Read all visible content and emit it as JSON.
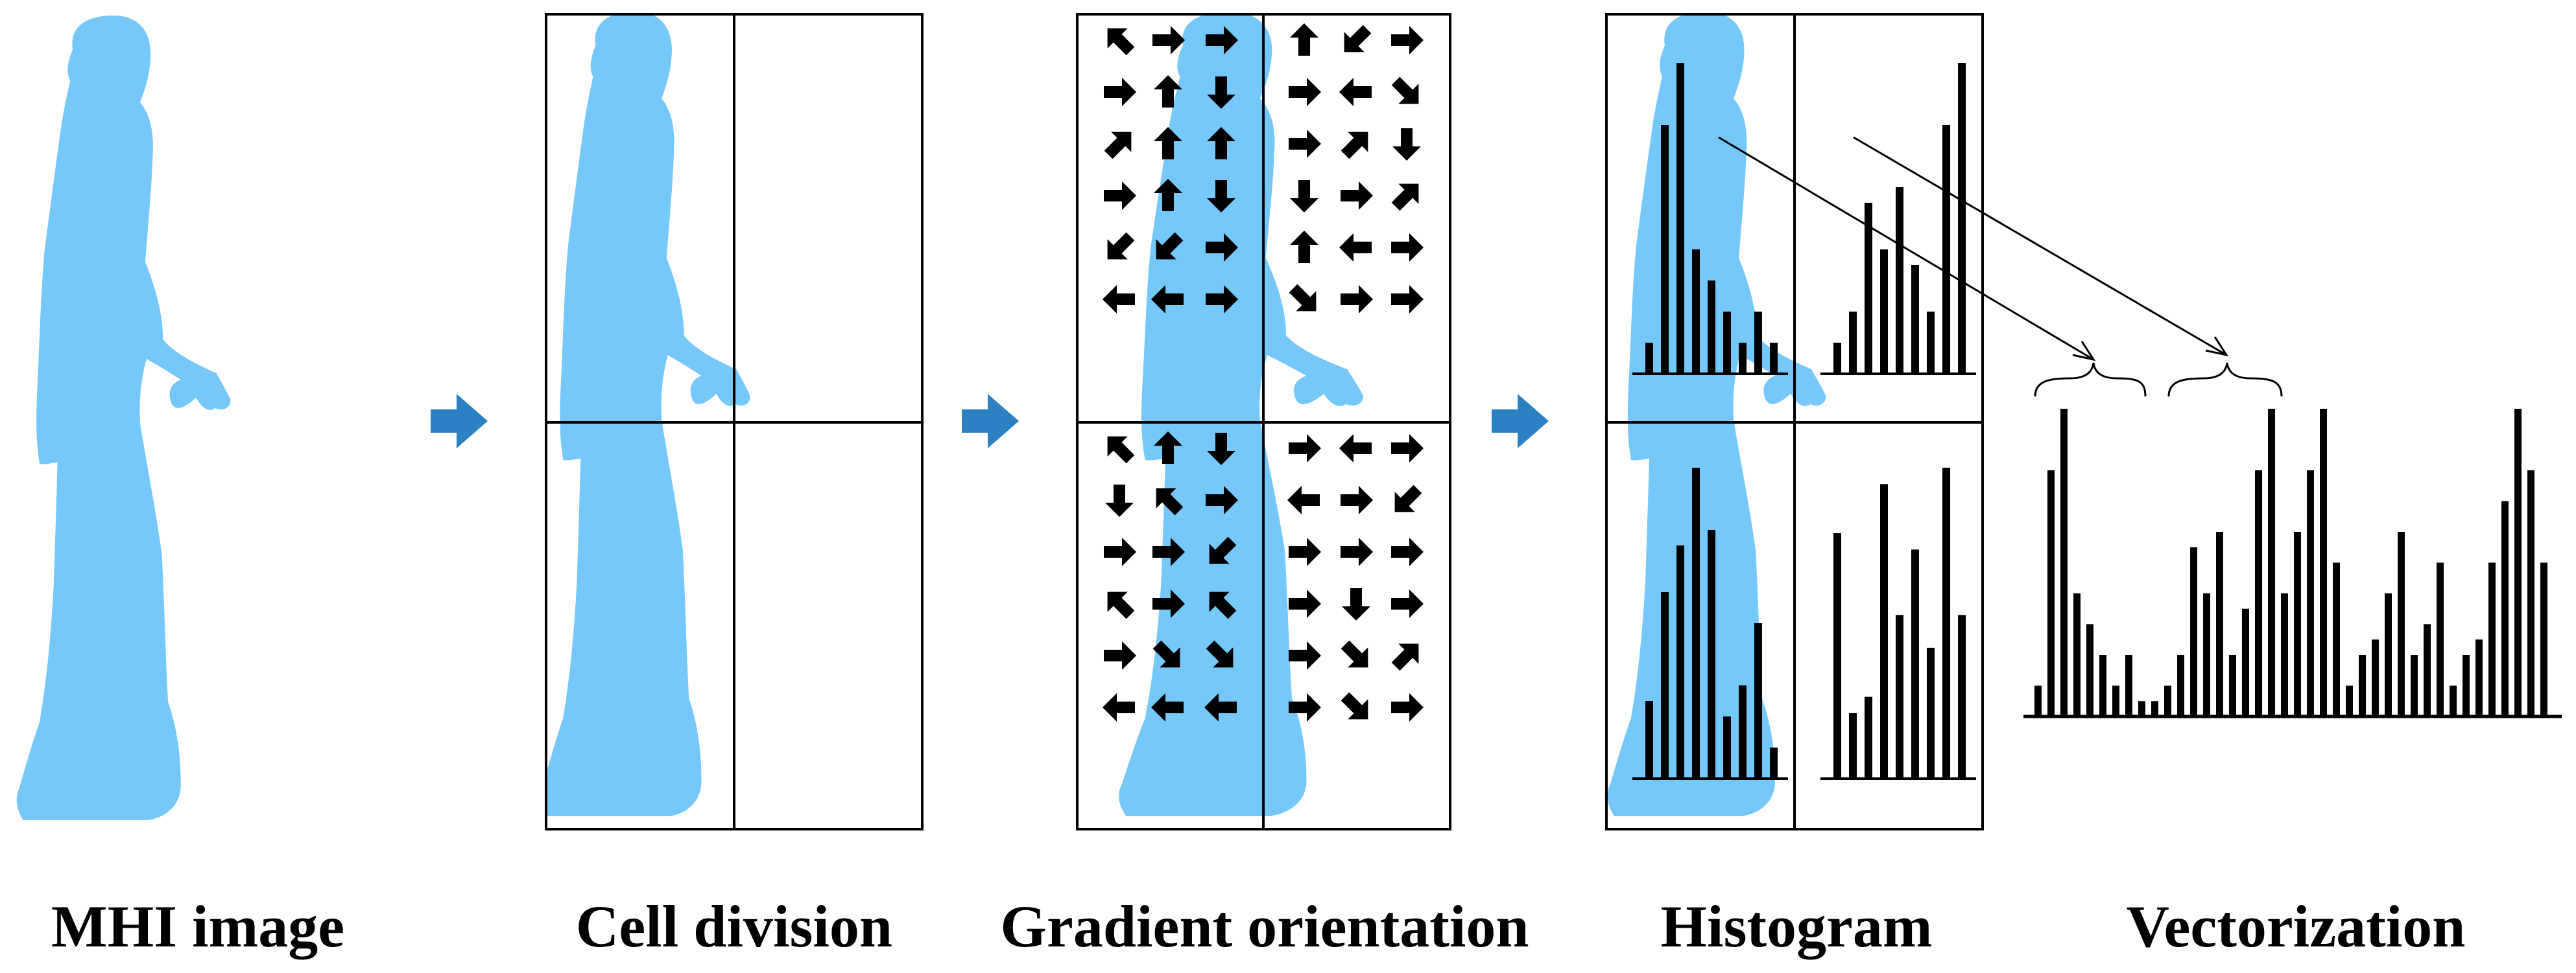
{
  "colors": {
    "silhouette": "#76c8fa",
    "flow_arrow": "#2b81c2",
    "ink": "#000000",
    "background": "#ffffff"
  },
  "captions": {
    "stage1": "MHI image",
    "stage2": "Cell division",
    "stage3": "Gradient orientation",
    "stage4": "Histogram",
    "stage5": "Vectorization"
  },
  "stages": [
    "mhi-image",
    "cell-division",
    "gradient-orientation",
    "histogram",
    "vectorization"
  ],
  "grid": {
    "rows": 2,
    "cols": 2
  },
  "gradient_arrows": [
    [
      "nw",
      "e",
      "e",
      "n",
      "sw",
      "e"
    ],
    [
      "e",
      "n",
      "s",
      "e",
      "w",
      "se"
    ],
    [
      "ne",
      "n",
      "n",
      "e",
      "ne",
      "s"
    ],
    [
      "e",
      "n",
      "s",
      "s",
      "e",
      "ne"
    ],
    [
      "sw",
      "sw",
      "e",
      "n",
      "w",
      "e"
    ],
    [
      "w",
      "w",
      "e",
      "se",
      "e",
      "e"
    ],
    [
      "nw",
      "n",
      "s",
      "e",
      "w",
      "e"
    ],
    [
      "s",
      "nw",
      "e",
      "w",
      "e",
      "sw"
    ],
    [
      "e",
      "e",
      "sw",
      "e",
      "e",
      "e"
    ],
    [
      "nw",
      "e",
      "nw",
      "e",
      "s",
      "e"
    ],
    [
      "e",
      "se",
      "se",
      "e",
      "se",
      "ne"
    ],
    [
      "w",
      "w",
      "w",
      "e",
      "se",
      "e"
    ]
  ],
  "histograms": [
    {
      "cell": "top-left",
      "values": [
        2,
        16,
        20,
        8,
        6,
        4,
        2,
        4,
        2
      ]
    },
    {
      "cell": "top-right",
      "values": [
        2,
        4,
        11,
        8,
        12,
        7,
        4,
        16,
        20
      ]
    },
    {
      "cell": "bottom-left",
      "values": [
        5,
        12,
        15,
        20,
        16,
        4,
        6,
        10,
        2
      ]
    },
    {
      "cell": "bottom-right",
      "values": [
        15,
        4,
        5,
        18,
        10,
        14,
        8,
        19,
        10
      ]
    }
  ],
  "feature_vector": [
    2,
    16,
    20,
    8,
    6,
    4,
    2,
    4,
    1,
    1,
    2,
    4,
    11,
    8,
    12,
    4,
    7,
    16,
    20,
    8,
    12,
    16,
    20,
    10,
    2,
    4,
    5,
    8,
    12,
    4,
    6,
    10,
    2,
    4,
    5,
    10,
    14,
    20,
    16,
    10
  ]
}
